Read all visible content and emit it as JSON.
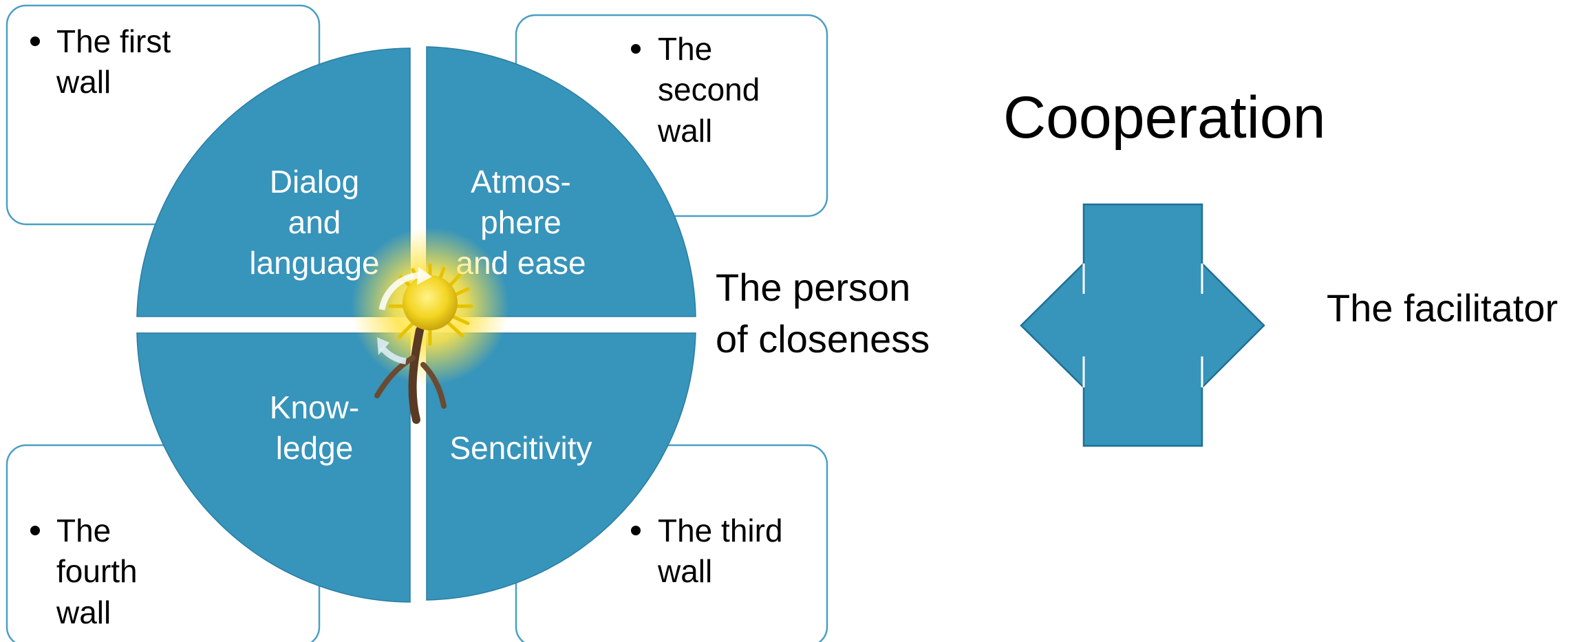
{
  "colors": {
    "segment_fill": "#3794bb",
    "segment_stroke": "#2a7da2",
    "box_border": "#4a9fc4",
    "arrow_fill": "#3794bb",
    "arrow_stroke": "#1f6f93",
    "flower_center": "#f3d522",
    "flower_glow": "#ffe44a",
    "stem": "#5a3a24"
  },
  "walls": {
    "first": {
      "lines": [
        "The first",
        "wall"
      ]
    },
    "second": {
      "lines": [
        "The",
        "second",
        "wall"
      ]
    },
    "third": {
      "lines": [
        "The third",
        "wall"
      ]
    },
    "fourth": {
      "lines": [
        "The",
        "fourth",
        "wall"
      ]
    }
  },
  "quadrants": {
    "top_left": {
      "lines": [
        "Dialog",
        "and",
        "language"
      ]
    },
    "top_right": {
      "lines": [
        "Atmos-",
        "phere",
        "and ease"
      ]
    },
    "bottom_left": {
      "lines": [
        "Know-",
        "ledge"
      ]
    },
    "bottom_right": {
      "lines": [
        "Sencitivity"
      ]
    }
  },
  "person_label": {
    "lines": [
      "The person",
      "of closeness"
    ]
  },
  "cooperation_title": "Cooperation",
  "facilitator_label": "The facilitator",
  "icons": {
    "flower": "dandelion-flower-icon",
    "cycle_arrows": "circular-arrows-icon",
    "cross_arrow": "double-arrow-cross-icon"
  }
}
